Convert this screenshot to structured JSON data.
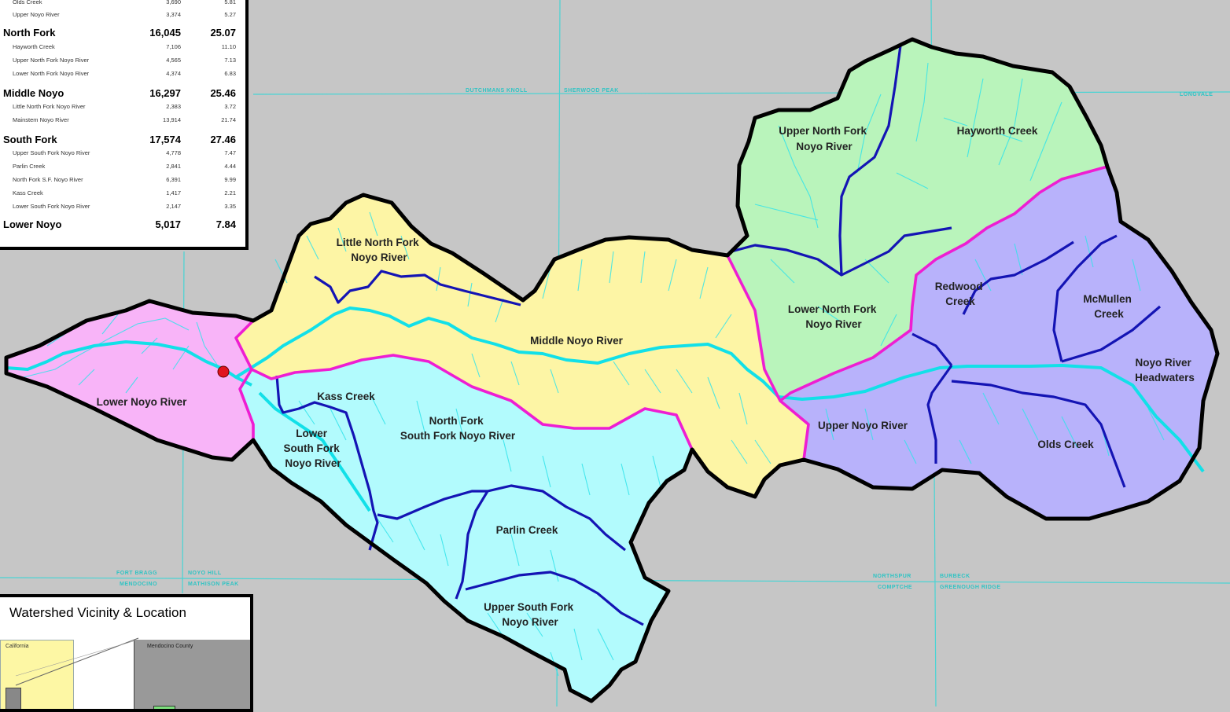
{
  "stats_table": {
    "rows": [
      {
        "name": "Olds Creek",
        "acres": "3,690",
        "pct": "5.81",
        "group": false
      },
      {
        "name": "Upper Noyo River",
        "acres": "3,374",
        "pct": "5.27",
        "group": false
      },
      {
        "name": "North Fork",
        "acres": "16,045",
        "pct": "25.07",
        "group": true
      },
      {
        "name": "Hayworth Creek",
        "acres": "7,106",
        "pct": "11.10",
        "group": false
      },
      {
        "name": "Upper North Fork Noyo River",
        "acres": "4,565",
        "pct": "7.13",
        "group": false
      },
      {
        "name": "Lower North Fork Noyo River",
        "acres": "4,374",
        "pct": "6.83",
        "group": false
      },
      {
        "name": "Middle Noyo",
        "acres": "16,297",
        "pct": "25.46",
        "group": true
      },
      {
        "name": "Little North Fork Noyo River",
        "acres": "2,383",
        "pct": "3.72",
        "group": false
      },
      {
        "name": "Mainstem Noyo River",
        "acres": "13,914",
        "pct": "21.74",
        "group": false
      },
      {
        "name": "South Fork",
        "acres": "17,574",
        "pct": "27.46",
        "group": true
      },
      {
        "name": "Upper South Fork Noyo River",
        "acres": "4,778",
        "pct": "7.47",
        "group": false
      },
      {
        "name": "Parlin Creek",
        "acres": "2,841",
        "pct": "4.44",
        "group": false
      },
      {
        "name": "North Fork S.F. Noyo River",
        "acres": "6,391",
        "pct": "9.99",
        "group": false
      },
      {
        "name": "Kass Creek",
        "acres": "1,417",
        "pct": "2.21",
        "group": false
      },
      {
        "name": "Lower South Fork Noyo River",
        "acres": "2,147",
        "pct": "3.35",
        "group": false
      },
      {
        "name": "Lower Noyo",
        "acres": "5,017",
        "pct": "7.84",
        "group": true
      }
    ]
  },
  "quads": {
    "q1": "DUTCHMANS KNOLL",
    "q2": "SHERWOOD PEAK",
    "q3": "LONGVALE",
    "q4": "FORT BRAGG",
    "q5": "NOYO HILL",
    "q6": "MENDOCINO",
    "q7": "MATHISON PEAK",
    "q8": "NORTHSPUR",
    "q9": "BURBECK",
    "q10": "COMPTCHE",
    "q11": "GREENOUGH RIDGE"
  },
  "labels": {
    "upper_north_fork": [
      "Upper North Fork",
      "Noyo River"
    ],
    "hayworth": [
      "Hayworth Creek"
    ],
    "little_north_fork": [
      "Little North Fork",
      "Noyo River"
    ],
    "redwood": [
      "Redwood",
      "Creek"
    ],
    "mcmullen": [
      "McMullen",
      "Creek"
    ],
    "lower_north_fork": [
      "Lower North Fork",
      "Noyo River"
    ],
    "middle_noyo": [
      "Middle Noyo River"
    ],
    "headwaters": [
      "Noyo River",
      "Headwaters"
    ],
    "kass": [
      "Kass Creek"
    ],
    "lower_noyo": [
      "Lower Noyo River"
    ],
    "nf_sf": [
      "North Fork",
      "South Fork Noyo River"
    ],
    "lower_sf": [
      "Lower",
      "South Fork",
      "Noyo River"
    ],
    "upper_noyo": [
      "Upper Noyo River"
    ],
    "olds": [
      "Olds Creek"
    ],
    "parlin": [
      "Parlin Creek"
    ],
    "upper_sf": [
      "Upper South Fork",
      "Noyo River"
    ]
  },
  "vicinity": {
    "title": "Watershed Vicinity & Location",
    "state_label": "California",
    "county_label": "Mendocino County"
  },
  "colors": {
    "background": "#c6c6c6",
    "lower_noyo": "#f8b4f8",
    "middle_noyo": "#fdf5a5",
    "north_fork": "#b9f4bb",
    "south_fork": "#b2fbfd",
    "headwaters_region": "#b8b2fb",
    "outline": "#000000",
    "subdivide": "#ee1ed2",
    "tributary": "#1414b4",
    "streams": "#12e0e8"
  }
}
